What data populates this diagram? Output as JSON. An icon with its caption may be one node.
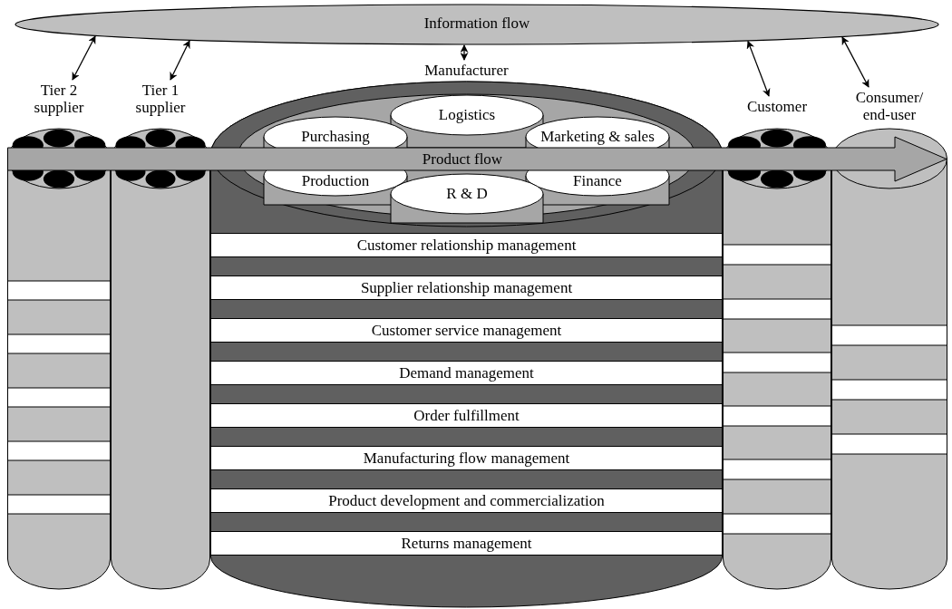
{
  "diagram": {
    "nodes": [
      {
        "text": [
          "Information flow"
        ]
      },
      {
        "text": [
          "Tier 2 supplier"
        ]
      },
      {
        "text": [
          "Tier 1 supplier"
        ]
      },
      {
        "text": [
          "Manufacturer"
        ]
      },
      {
        "text": [
          "Logistics"
        ],
        "in": 3
      },
      {
        "text": [
          "Purchasing"
        ],
        "in": 3
      },
      {
        "text": [
          "Marketing & sales"
        ],
        "in": 3
      },
      {
        "text": [
          "Production"
        ],
        "in": 3
      },
      {
        "text": [
          "Finance"
        ],
        "in": 3
      },
      {
        "text": [
          "R & D"
        ],
        "in": 3
      },
      {
        "text": [
          "Product flow"
        ]
      },
      {
        "text": [
          "Customer relationship management"
        ],
        "in": 3
      },
      {
        "text": [
          "Supplier relationship management"
        ],
        "in": 3
      },
      {
        "text": [
          "Customer service management"
        ],
        "in": 3
      },
      {
        "text": [
          "Demand management"
        ],
        "in": 3
      },
      {
        "text": [
          "Order fulfillment"
        ],
        "in": 3
      },
      {
        "text": [
          "Manufacturing flow management"
        ],
        "in": 3
      },
      {
        "text": [
          "Product development and commercialization"
        ],
        "in": 3
      },
      {
        "text": [
          "Returns management"
        ],
        "in": 3
      },
      {
        "text": [
          "Customer"
        ]
      },
      {
        "text": [
          "Consumer/ end-user"
        ]
      }
    ],
    "edges": [
      {
        "from": 0,
        "to": 1,
        "arrow": "both"
      },
      {
        "from": 0,
        "to": 2,
        "arrow": "both"
      },
      {
        "from": 0,
        "to": 3,
        "arrow": "both"
      },
      {
        "from": 0,
        "to": 19,
        "arrow": "both"
      },
      {
        "from": 0,
        "to": 20,
        "arrow": "both"
      }
    ]
  }
}
